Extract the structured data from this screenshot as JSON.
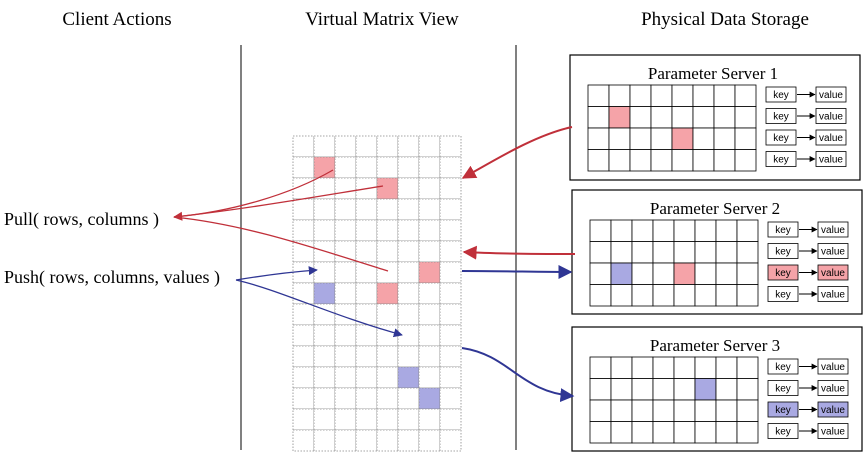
{
  "headers": {
    "client": "Client Actions",
    "virtual": "Virtual Matrix View",
    "physical": "Physical Data Storage"
  },
  "actions": {
    "pull": "Pull( rows, columns )",
    "push": "Push( rows, columns, values )"
  },
  "kv": {
    "key": "key",
    "value": "value"
  },
  "colors": {
    "pull": "#c0303a",
    "push": "#2f3694",
    "pull_fill": "#f5a3a8",
    "push_fill": "#a9a9e2"
  },
  "matrix": {
    "rows": 15,
    "cols": 8,
    "pull_cells": [
      [
        1,
        1
      ],
      [
        2,
        4
      ],
      [
        6,
        6
      ],
      [
        7,
        4
      ]
    ],
    "push_cells": [
      [
        7,
        1
      ],
      [
        11,
        5
      ],
      [
        12,
        6
      ]
    ]
  },
  "servers": [
    {
      "title": "Parameter Server 1",
      "rows": 4,
      "cols": 8,
      "pull_cells": [
        [
          1,
          1
        ],
        [
          2,
          4
        ]
      ],
      "push_cells": [],
      "kv_states": [
        "none",
        "none",
        "none",
        "none"
      ]
    },
    {
      "title": "Parameter Server 2",
      "rows": 4,
      "cols": 8,
      "pull_cells": [
        [
          2,
          4
        ]
      ],
      "push_cells": [
        [
          2,
          1
        ]
      ],
      "kv_states": [
        "none",
        "none",
        "pull",
        "none"
      ]
    },
    {
      "title": "Parameter Server 3",
      "rows": 4,
      "cols": 8,
      "pull_cells": [],
      "push_cells": [
        [
          1,
          5
        ]
      ],
      "kv_states": [
        "none",
        "none",
        "push",
        "none"
      ]
    }
  ]
}
